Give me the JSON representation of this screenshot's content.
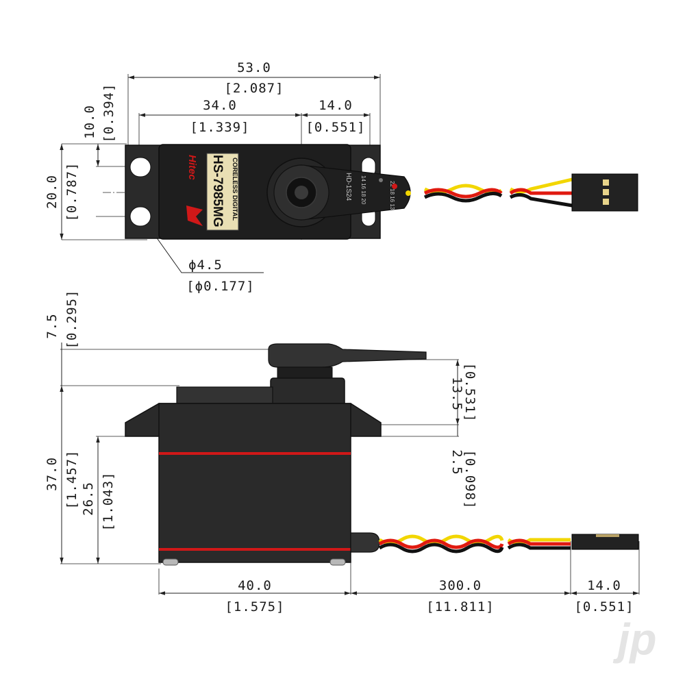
{
  "top_view": {
    "overall_length": {
      "mm": "53.0",
      "in": "[2.087]"
    },
    "mount_spacing": {
      "mm": "34.0",
      "in": "[1.339]"
    },
    "shaft_offset": {
      "mm": "14.0",
      "in": "[0.551]"
    },
    "ear_width": {
      "mm": "10.0",
      "in": "[0.394]"
    },
    "body_width": {
      "mm": "20.0",
      "in": "[0.787]"
    },
    "hole_diameter": {
      "mm": "ϕ4.5",
      "in": "[ϕ0.177]"
    },
    "label": {
      "model": "HS-7985MG",
      "sub": "CORELESS DIGITAL",
      "brand": "Hitec"
    },
    "horn_text": {
      "line1": "HD-1S24",
      "line2": "22 18 16 13",
      "line3": "14 16 18 20"
    }
  },
  "side_view": {
    "horn_height": {
      "mm": "7.5",
      "in": "[0.295]"
    },
    "top_to_flange": {
      "mm": "13.5",
      "in": "[0.531]"
    },
    "flange_thickness": {
      "mm": "2.5",
      "in": "[0.098]"
    },
    "body_height": {
      "mm": "37.0",
      "in": "[1.457]"
    },
    "flange_height": {
      "mm": "26.5",
      "in": "[1.043]"
    },
    "body_length": {
      "mm": "40.0",
      "in": "[1.575]"
    },
    "wire_length": {
      "mm": "300.0",
      "in": "[11.811]"
    },
    "connector_length": {
      "mm": "14.0",
      "in": "[0.551]"
    }
  },
  "watermark": "jp",
  "colors": {
    "body": "#2a2a2a",
    "label_bg": "#e9dfb4",
    "red_stripe": "#d01818",
    "wire_red": "#e01a10",
    "wire_yellow": "#f2d600",
    "wire_black": "#111111"
  }
}
